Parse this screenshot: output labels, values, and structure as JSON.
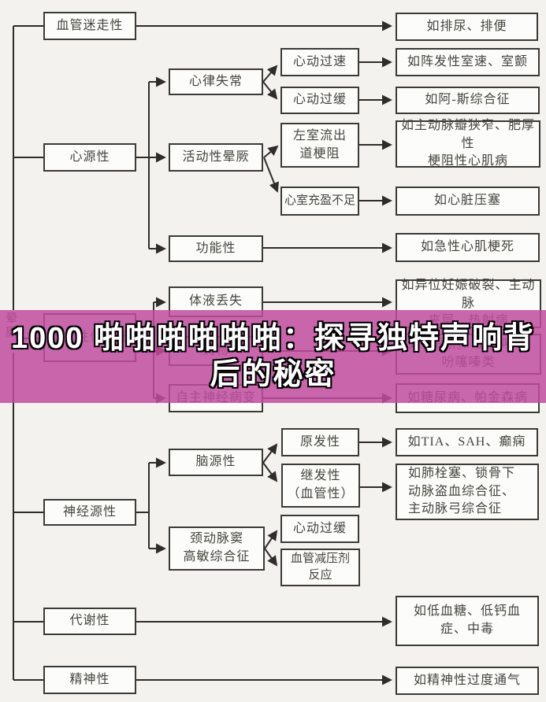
{
  "banner": {
    "line1": "1000 啪啪啪啪啪啪：探寻独特声响背",
    "line2": "后的秘密",
    "bg_rgba": "rgba(191,76,159,0.85)",
    "text_color": "#ffffff",
    "outline_color": "#000000"
  },
  "root": {
    "label": "晕厥"
  },
  "nodes": {
    "vasovagal": "血管迷走性",
    "cardiac": "心源性",
    "orthostatic": "直立性低血压",
    "neurogenic": "神经源性",
    "metabolic": "代谢性",
    "psychiatric": "精神性",
    "arrhythmia": "心律失常",
    "exertional": "活动性晕厥",
    "functional": "功能性",
    "fluid_loss": "体液丢失",
    "drugs": "药物",
    "autonomic": "自主神经病变",
    "cerebral": "脑源性",
    "carotid": "颈动脉窦\n高敏综合征",
    "tachycardia": "心动过速",
    "bradycardia": "心动过缓",
    "lvot": "左室流出\n道梗阻",
    "filling": "心室充盈不足",
    "primary": "原发性",
    "secondary": "继发性\n（血管性）",
    "carotid_brady": "心动过缓",
    "vasodepressor": "血管减压剂\n反应"
  },
  "examples": {
    "vasovagal": "如排尿、排便",
    "tachycardia": "如阵发性室速、室颤",
    "bradycardia": "如阿-斯综合征",
    "lvot": "如主动脉瓣狭窄、肥厚性\n梗阻性心肌病",
    "filling": "如心脏压塞",
    "functional": "如急性心肌梗死",
    "fluid_loss": "如异位妊娠破裂、主动脉\n夹层、热射病",
    "drugs": "如利尿剂、氯丙嗪、\n吩噻嗪类",
    "autonomic": "如糖尿病、帕金森病",
    "primary": "如TIA、SAH、癫痫",
    "secondary": "如肺栓塞、锁骨下\n动脉盗血综合征、\n主动脉弓综合征",
    "metabolic": "如低血糖、低钙血\n症、中毒",
    "psychiatric": "如精神性过度通气"
  },
  "colors": {
    "diagram_line": "#2e2d2b",
    "box_border": "#3a3a37",
    "box_fill": "#fcfcfa",
    "background": "#f3f2ef"
  }
}
